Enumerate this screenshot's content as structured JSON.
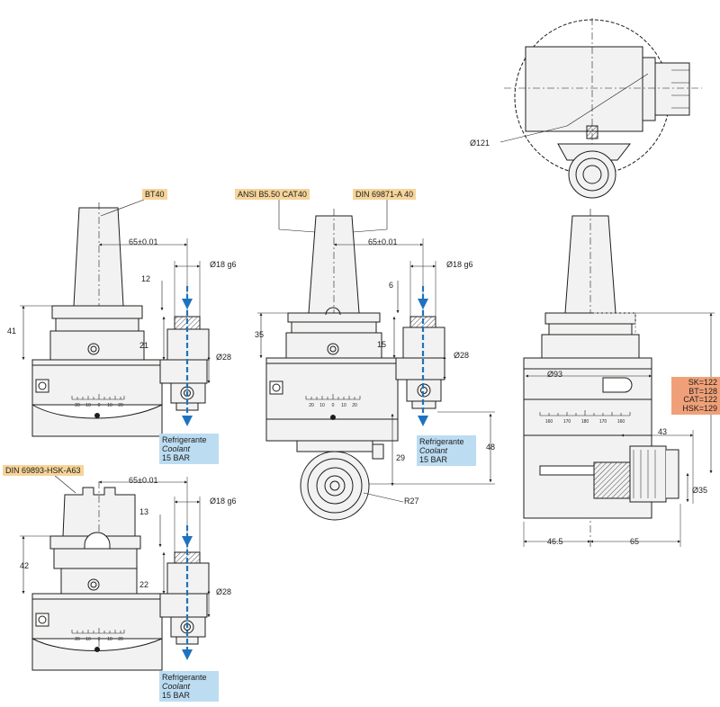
{
  "colors": {
    "tag_bg": "#f6d49a",
    "coolant_bg": "#bcdcf2",
    "size_box_bg": "#f0a078",
    "coolant_arrow": "#1e73be",
    "line": "#1d1d1b",
    "body_fill": "#f2f2f2"
  },
  "tags": {
    "bt40": "BT40",
    "ansi": "ANSI B5.50 CAT40",
    "din69871": "DIN 69871-A 40",
    "din69893": "DIN 69893-HSK-A63"
  },
  "coolant": {
    "line1": "Refrigerante",
    "line2": "Coolant",
    "line3": "15 BAR"
  },
  "sizes": {
    "sk": "SK=122",
    "bt": "BT=128",
    "cat": "CAT=122",
    "hsk": "HSK=129"
  },
  "dims": {
    "offset": "65±0.01",
    "d18": "Ø18 g6",
    "d28": "Ø28",
    "d121": "Ø121",
    "d93": "Ø93",
    "d35": "Ø35",
    "r27": "R27",
    "v12": "12",
    "v41": "41",
    "v21": "21",
    "v6": "6",
    "v35": "35",
    "v15": "15",
    "v29": "29",
    "v48": "48",
    "v13": "13",
    "v42": "42",
    "v22": "22",
    "v43": "43",
    "v46_5": "46.5",
    "v65": "65"
  },
  "scale_ticks": [
    "20",
    "10",
    "0",
    "10",
    "20"
  ],
  "scale_ticks_side": [
    "160",
    "170",
    "180",
    "170",
    "160"
  ]
}
